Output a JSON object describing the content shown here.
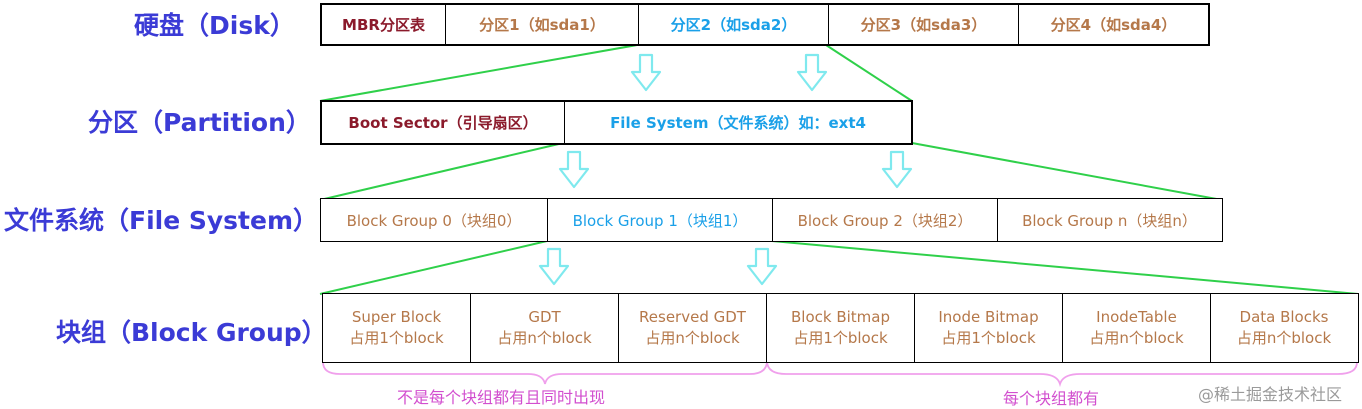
{
  "labels": {
    "disk": "硬盘（Disk）",
    "partition": "分区（Partition）",
    "filesystem": "文件系统（File System）",
    "blockgroup": "块组（Block Group）"
  },
  "disk_cells": [
    "MBR分区表",
    "分区1（如sda1）",
    "分区2（如sda2）",
    "分区3（如sda3）",
    "分区4（如sda4）"
  ],
  "partition_cells": [
    "Boot Sector（引导扇区）",
    "File System（文件系统）如：ext4"
  ],
  "filesystem_cells": [
    "Block Group 0（块组0）",
    "Block Group 1（块组1）",
    "Block Group 2（块组2）",
    "Block Group n（块组n）"
  ],
  "blockgroup_cells": [
    {
      "name": "Super Block",
      "usage": "占用1个block"
    },
    {
      "name": "GDT",
      "usage": "占用n个block"
    },
    {
      "name": "Reserved GDT",
      "usage": "占用n个block"
    },
    {
      "name": "Block Bitmap",
      "usage": "占用1个block"
    },
    {
      "name": "Inode Bitmap",
      "usage": "占用1个block"
    },
    {
      "name": "InodeTable",
      "usage": "占用n个block"
    },
    {
      "name": "Data Blocks",
      "usage": "占用n个block"
    }
  ],
  "braces": {
    "optional": "不是每个块组都有且同时出现",
    "always": "每个块组都有"
  },
  "watermark": "@稀土掘金技术社区",
  "colors": {
    "label": "#3b3bd6",
    "brown_text": "#b5784a",
    "blue_text": "#1aa0e8",
    "maroon_text": "#8b1a2b",
    "connector_green": "#2fd04a",
    "arrow_cyan": "#7fe9ee",
    "brace_pink": "#f0a0ec"
  }
}
